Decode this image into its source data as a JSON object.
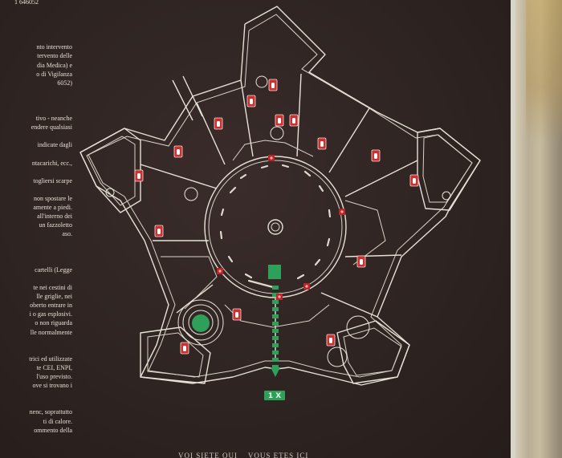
{
  "title": "",
  "wall": {
    "colors": [
      "#cfc5ad",
      "#b9ae96",
      "#c9a85c"
    ]
  },
  "board": {
    "background": "#2e2422",
    "left_text_lines": [
      "",
      "",
      "",
      "nto intervento",
      "tervento delle",
      "dia Medica) e",
      "o di Vigilanza",
      "6052)",
      "",
      "",
      "",
      "tivo - neanche",
      "endere qualsiasi",
      "",
      "indicate dagli",
      "",
      "ntacarichi, ecc.,",
      "",
      "togliersi scarpe",
      "",
      "non spostare le",
      "amente a piedi.",
      "all'interno dei",
      "un fazzoletto",
      "aso.",
      "",
      "",
      "",
      "cartelli (Legge",
      "",
      "te nei cestini di",
      "lle griglie, nei",
      "oberto entrare in",
      "i o gas esplosivi.",
      "o non riguarda",
      "lle normalmente",
      "",
      "",
      "trici ed utilizzate",
      "te CEI, ENPI,",
      "l'uso previsto.",
      "ove si trovano i",
      "",
      "",
      "nenc, soprattutto",
      "ti di calore.",
      "ommento della"
    ],
    "top_fragment": "1 646052",
    "bottom_caption": "VOI SIETE QUI    VOUS ETES ICI"
  },
  "map": {
    "exit_label": "1 X",
    "extinguisher_color": "#ce2f2f",
    "emergency_color": "#2fa05a",
    "extinguisher_count": 19
  }
}
